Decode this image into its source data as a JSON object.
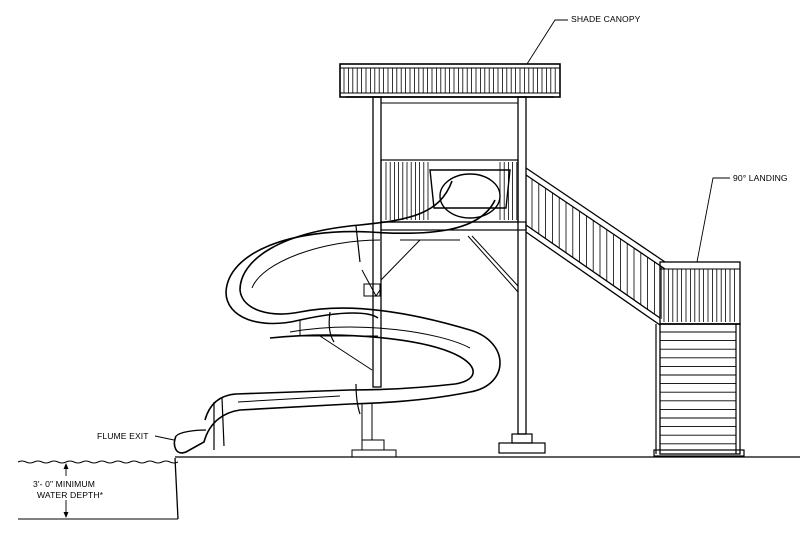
{
  "callouts": {
    "shade_canopy": "SHADE CANOPY",
    "landing": "90° LANDING",
    "flume_exit": "FLUME EXIT",
    "depth_line1": "3'- 0\" MINIMUM",
    "depth_line2": "WATER DEPTH*"
  }
}
